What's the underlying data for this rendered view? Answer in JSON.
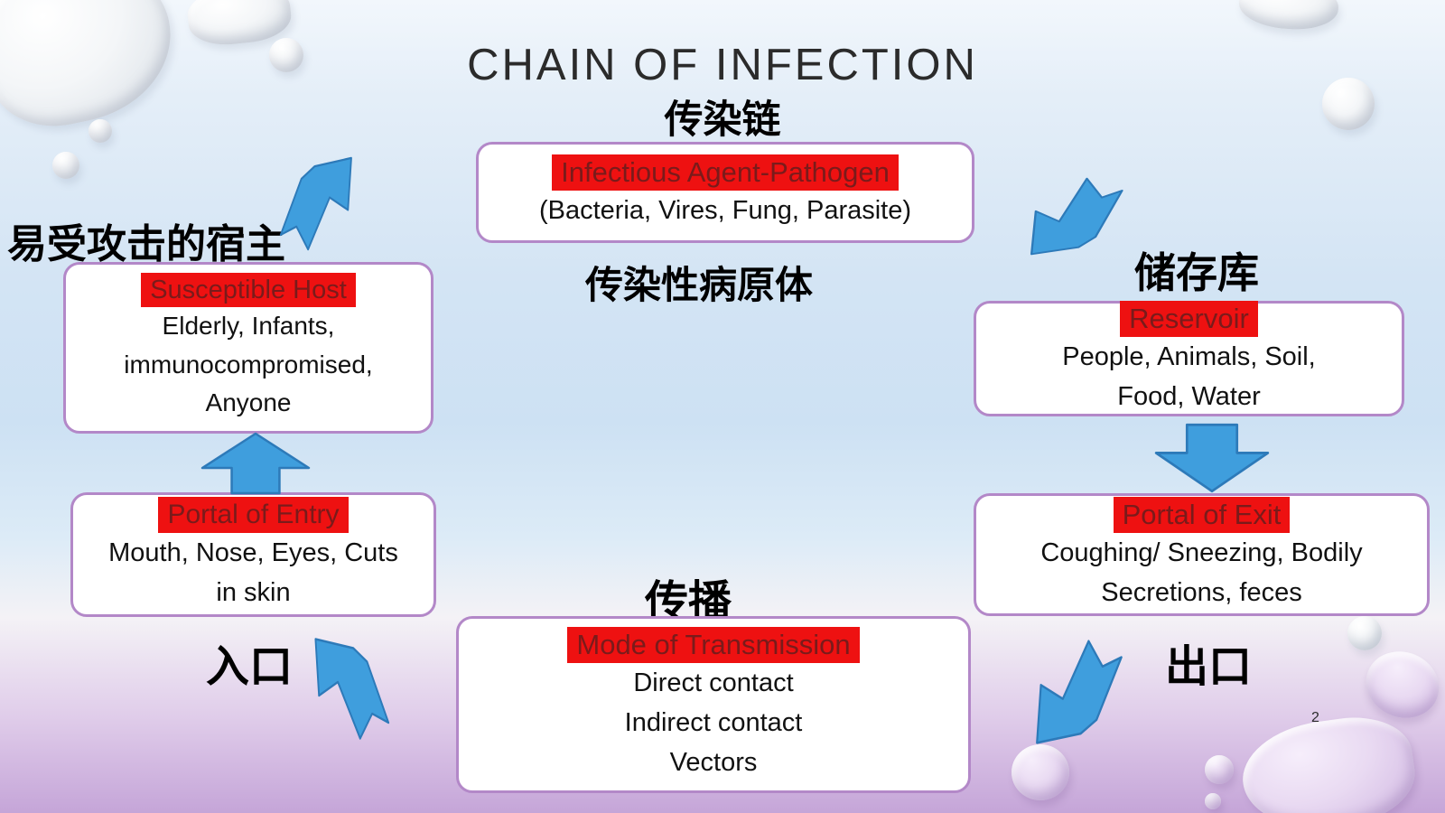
{
  "slide": {
    "title": "CHAIN OF INFECTION",
    "title_zh": "传染链",
    "page_number": "2"
  },
  "nodes": {
    "infectious_agent": {
      "title": "Infectious Agent-Pathogen",
      "lines": [
        "(Bacteria, Vires, Fung, Parasite)"
      ],
      "label_zh": "传染性病原体"
    },
    "reservoir": {
      "title": "Reservoir",
      "lines": [
        "People, Animals, Soil,",
        "Food, Water"
      ],
      "label_zh": "储存库"
    },
    "portal_of_exit": {
      "title": "Portal of Exit",
      "lines": [
        "Coughing/ Sneezing, Bodily",
        "Secretions, feces"
      ],
      "label_zh": "出口"
    },
    "mode_of_transmission": {
      "title": "Mode of Transmission",
      "lines": [
        "Direct contact",
        "Indirect contact",
        "Vectors"
      ],
      "label_zh": "传播"
    },
    "portal_of_entry": {
      "title": "Portal of Entry",
      "lines": [
        "Mouth, Nose, Eyes, Cuts",
        "in skin"
      ],
      "label_zh": "入口"
    },
    "susceptible_host": {
      "title": "Susceptible Host",
      "lines": [
        "Elderly, Infants,",
        "immunocompromised,",
        "Anyone"
      ],
      "label_zh": "易受攻击的宿主"
    }
  },
  "arrows": [
    {
      "from": "susceptible_host",
      "to": "infectious_agent",
      "direction": "up-right"
    },
    {
      "from": "infectious_agent",
      "to": "reservoir",
      "direction": "down-right"
    },
    {
      "from": "reservoir",
      "to": "portal_of_exit",
      "direction": "down"
    },
    {
      "from": "portal_of_exit",
      "to": "mode_of_transmission",
      "direction": "down-left"
    },
    {
      "from": "mode_of_transmission",
      "to": "portal_of_entry",
      "direction": "up-left"
    },
    {
      "from": "portal_of_entry",
      "to": "susceptible_host",
      "direction": "up"
    }
  ],
  "colors": {
    "accent_red": "#ee1111",
    "dark_red": "#7a1b1b",
    "border_purple": "#b388c8",
    "arrow_blue": "#3f9edd",
    "arrow_border": "#2d7ab9",
    "text_black": "#111111"
  }
}
